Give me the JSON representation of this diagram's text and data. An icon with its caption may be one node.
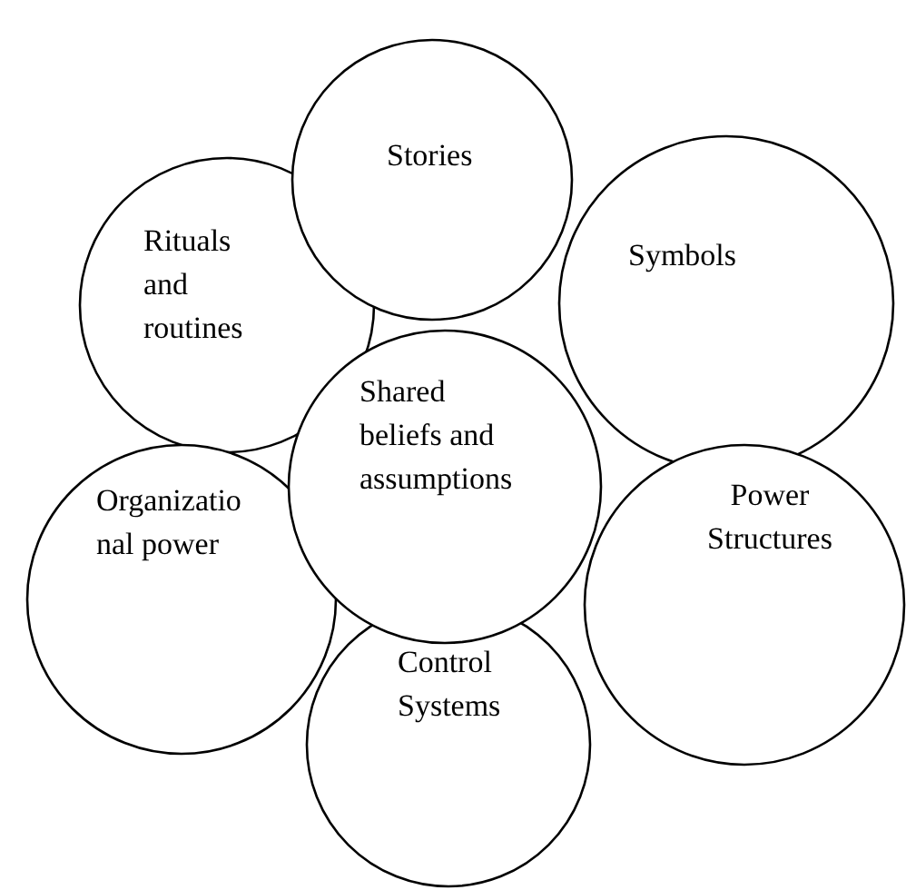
{
  "diagram": {
    "nodes": [
      {
        "text": [
          "Stories"
        ]
      },
      {
        "text": [
          "Rituals and routines"
        ]
      },
      {
        "text": [
          "Symbols"
        ]
      },
      {
        "text": [
          "Shared beliefs and assumptions"
        ]
      },
      {
        "text": [
          "Organizatio nal power"
        ]
      },
      {
        "text": [
          "Power Structures"
        ]
      },
      {
        "text": [
          "Control Systems"
        ]
      }
    ]
  }
}
